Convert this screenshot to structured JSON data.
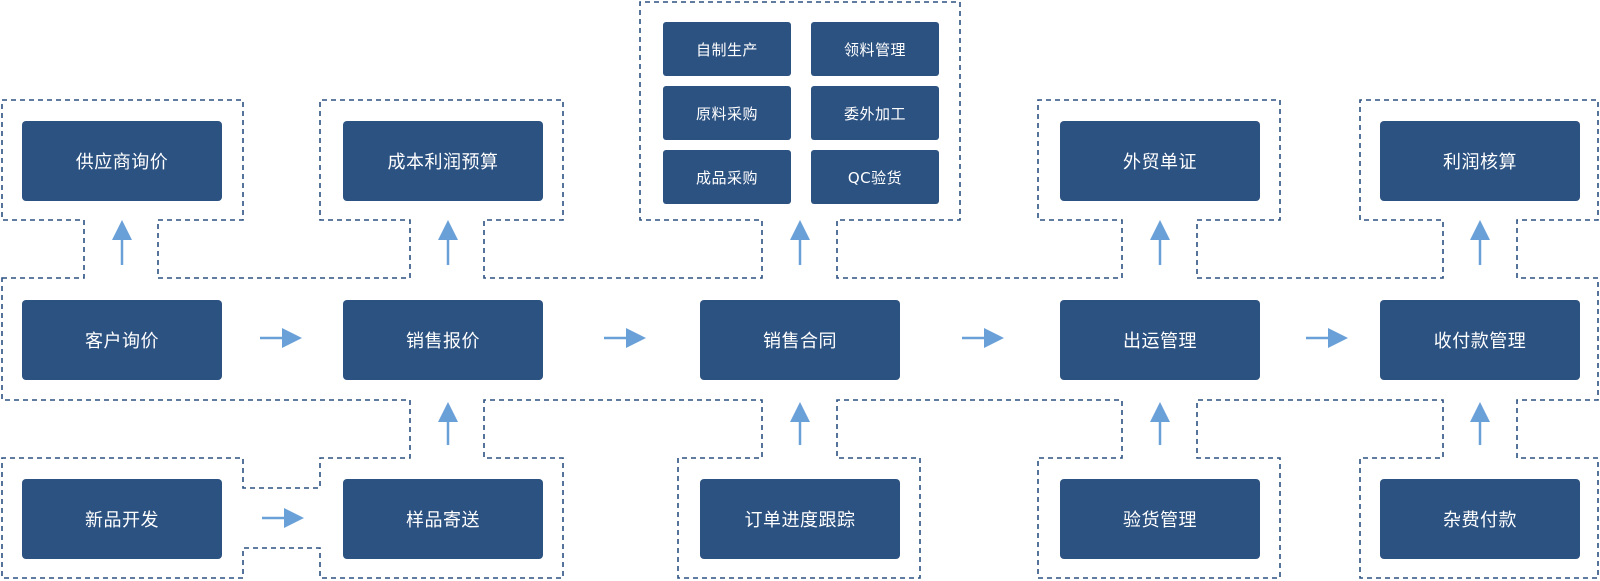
{
  "nodes": {
    "supplier_inquiry": "供应商询价",
    "cost_profit_budget": "成本利润预算",
    "self_production": "自制生产",
    "material_requisition": "领料管理",
    "raw_material_purchase": "原料采购",
    "outsourced_processing": "委外加工",
    "finished_goods_purchase": "成品采购",
    "qc_inspection": "QC验货",
    "foreign_trade_documents": "外贸单证",
    "profit_accounting": "利润核算",
    "customer_inquiry": "客户询价",
    "sales_quotation": "销售报价",
    "sales_contract": "销售合同",
    "shipping_management": "出运管理",
    "payment_management": "收付款管理",
    "new_product_development": "新品开发",
    "sample_delivery": "样品寄送",
    "order_progress_tracking": "订单进度跟踪",
    "inspection_management": "验货管理",
    "misc_payment": "杂费付款"
  },
  "colors": {
    "box": "#2c5282",
    "dash": "#2c5282",
    "arrow": "#6aa0d8"
  }
}
